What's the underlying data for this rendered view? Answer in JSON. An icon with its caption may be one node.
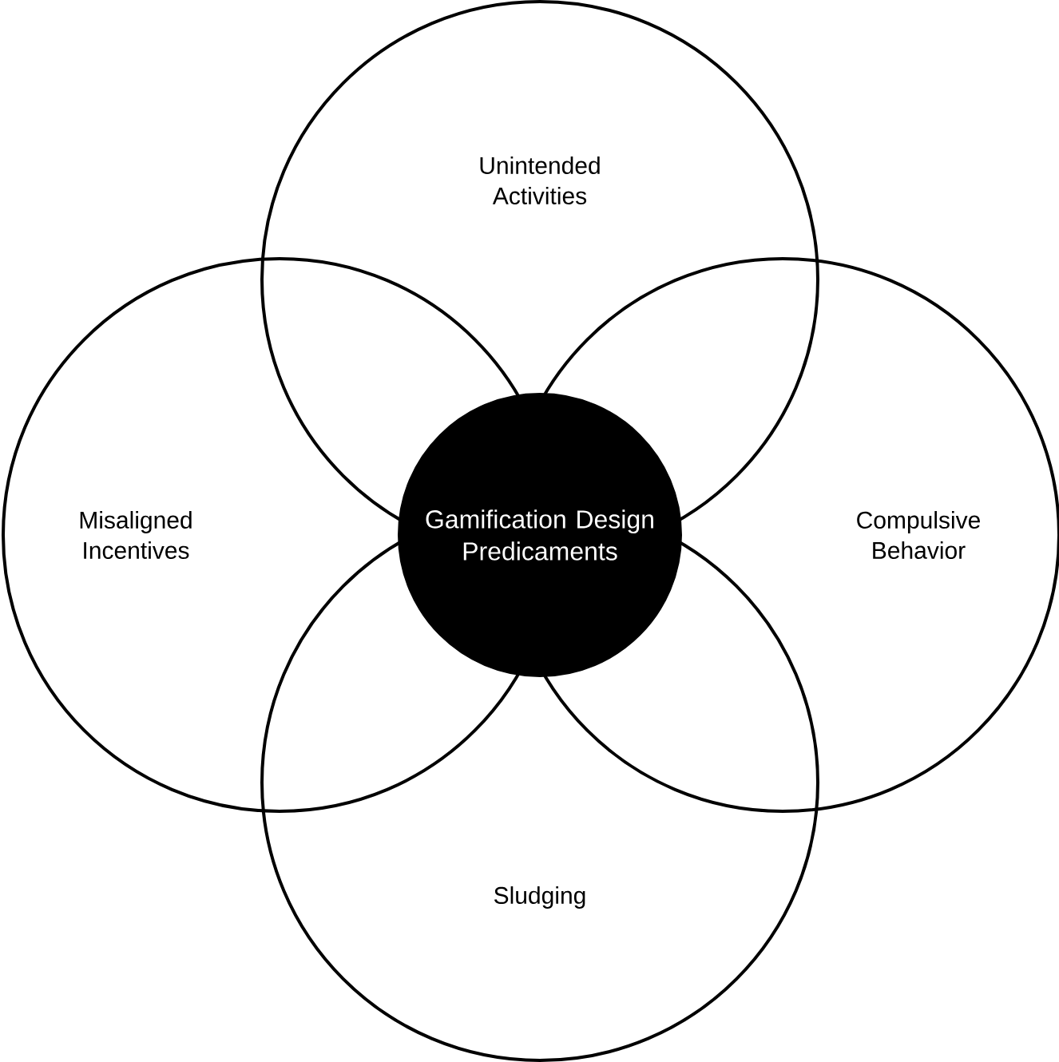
{
  "diagram": {
    "nodes": [
      {
        "text": [
          "Unintended Activities"
        ]
      },
      {
        "text": [
          "Misaligned Incentives"
        ]
      },
      {
        "text": [
          "Gamification Design Predicaments"
        ]
      },
      {
        "text": [
          "Compulsive Behavior"
        ]
      },
      {
        "text": [
          "Sludging"
        ]
      }
    ],
    "edges": []
  }
}
